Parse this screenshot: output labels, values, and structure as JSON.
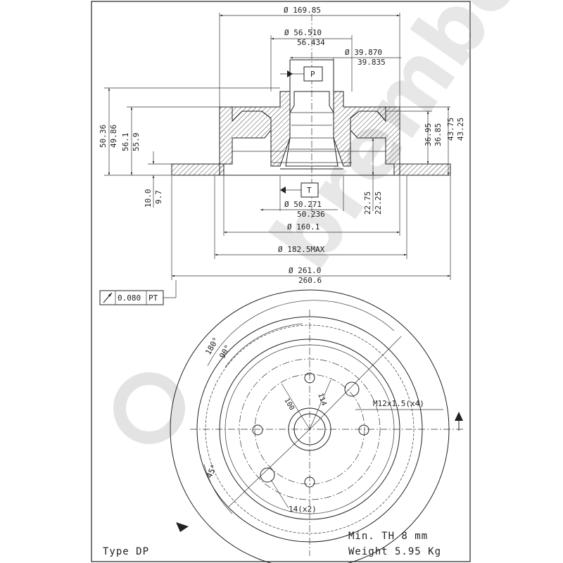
{
  "dimensions": {
    "d_169_85": "Ø 169.85",
    "d_56_510": "Ø 56.510",
    "d_56_434": "56.434",
    "d_39_870": "Ø 39.870",
    "d_39_835": "39.835",
    "h_50_36": "50.36",
    "h_49_86": "49.86",
    "h_56_1": "56.1",
    "h_55_9": "55.9",
    "h_10_0": "10.0",
    "h_9_7": "9.7",
    "h_36_95": "36.95",
    "h_36_85": "36.85",
    "h_43_75": "43.75",
    "h_43_25": "43.25",
    "h_22_75": "22.75",
    "h_22_25": "22.25",
    "d_50_271": "Ø 50.271",
    "d_50_236": "50.236",
    "d_160_1": "Ø 160.1",
    "d_182_5": "Ø 182.5MAX",
    "d_261_0": "Ø 261.0",
    "d_260_6": "260.6",
    "runout": "0.080",
    "runout_ref": "PT",
    "datum_p": "P",
    "datum_t": "T",
    "angle_180": "180°",
    "angle_90": "90°",
    "angle_45": "45°",
    "pcd_100": "100",
    "pcd_114": "114",
    "thread": "M12x1.5(x4)",
    "holes": "14(x2)"
  },
  "notes": {
    "type": "Type DP",
    "min_th": "Min. TH  8  mm",
    "weight": "Weight 5.95 Kg"
  },
  "watermark": "brembo"
}
